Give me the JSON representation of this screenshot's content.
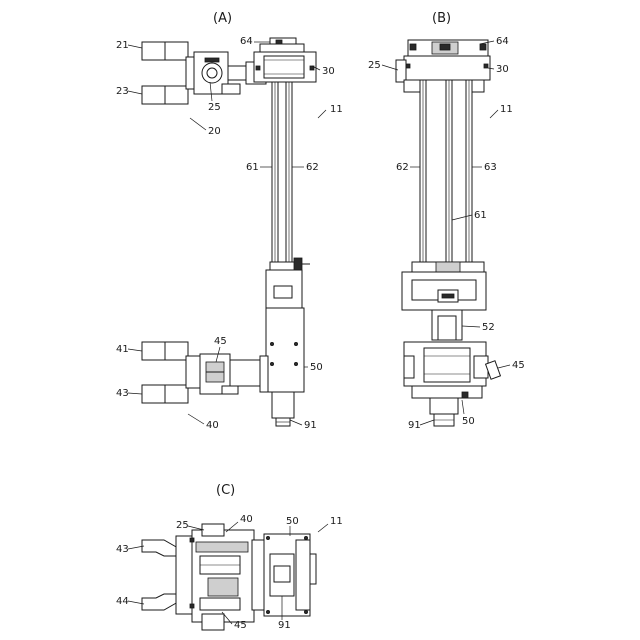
{
  "views": {
    "a": {
      "label": "(A)",
      "refs": {
        "r21": "21",
        "r23": "23",
        "r25": "25",
        "r20": "20",
        "r64": "64",
        "r30": "30",
        "r11": "11",
        "r61": "61",
        "r62": "62",
        "r41": "41",
        "r45": "45",
        "r43": "43",
        "r40": "40",
        "r50": "50",
        "r91": "91"
      }
    },
    "b": {
      "label": "(B)",
      "refs": {
        "r64": "64",
        "r25": "25",
        "r30": "30",
        "r11": "11",
        "r62": "62",
        "r63": "63",
        "r61": "61",
        "r52": "52",
        "r45": "45",
        "r91": "91",
        "r50": "50"
      }
    },
    "c": {
      "label": "(C)",
      "refs": {
        "r25": "25",
        "r40": "40",
        "r50": "50",
        "r11": "11",
        "r43": "43",
        "r44": "44",
        "r45": "45",
        "r91": "91"
      }
    }
  }
}
